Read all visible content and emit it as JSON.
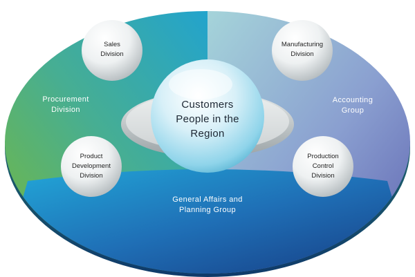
{
  "center": {
    "line1": "Customers",
    "line2": "People in the",
    "line3": "Region"
  },
  "segments": {
    "procurement": {
      "line1": "Procurement",
      "line2": "Division"
    },
    "accounting": {
      "line1": "Accounting",
      "line2": "Group"
    },
    "general_affairs": {
      "line1": "General Affairs and",
      "line2": "Planning Group"
    }
  },
  "bubbles": {
    "sales": {
      "line1": "Sales",
      "line2": "Division"
    },
    "manufacturing": {
      "line1": "Manufacturing",
      "line2": "Division"
    },
    "product_dev": {
      "line1": "Product",
      "line2": "Development",
      "line3": "Division"
    },
    "production_control": {
      "line1": "Production",
      "line2": "Control",
      "line3": "Division"
    }
  },
  "colors": {
    "procurement_from": "#6fb53c",
    "procurement_to": "#2aa5c8",
    "accounting_from": "#9ad0d8",
    "accounting_to": "#6a74b8",
    "general_from": "#1fa8d6",
    "general_to": "#173e86"
  }
}
